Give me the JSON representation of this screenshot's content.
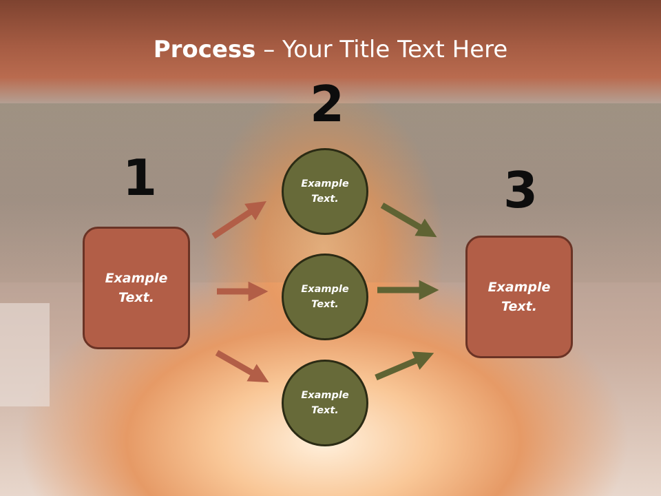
{
  "slide": {
    "title_bold": "Process",
    "title_rest": " – Your Title Text Here"
  },
  "steps": {
    "one": {
      "number": "1",
      "text": "Example\nText."
    },
    "two": {
      "number": "2"
    },
    "three": {
      "number": "3",
      "text": "Example\nText."
    }
  },
  "circles": [
    {
      "text": "Example\nText."
    },
    {
      "text": "Example\nText."
    },
    {
      "text": "Example\nText."
    }
  ],
  "colors": {
    "box_fill": "#b25e47",
    "circle_fill": "#676a39",
    "arrow_left": "#b25e47",
    "arrow_right": "#5f6333",
    "header": "#a65c43"
  }
}
